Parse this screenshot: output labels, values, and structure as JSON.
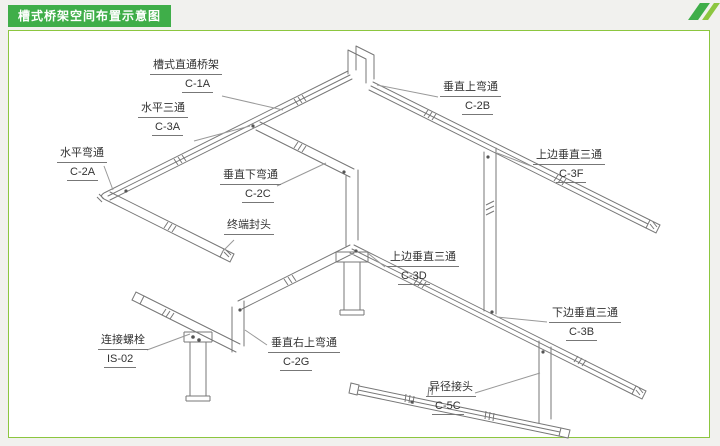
{
  "page": {
    "title": "槽式桥架空间布置示意图"
  },
  "colors": {
    "accent": "#3fae49",
    "border": "#8cc63f",
    "line": "#777777",
    "leader": "#999999"
  },
  "diagram": {
    "labels": [
      {
        "name": "槽式直通桥架",
        "code": "C-1A"
      },
      {
        "name": "水平三通",
        "code": "C-3A"
      },
      {
        "name": "水平弯通",
        "code": "C-2A"
      },
      {
        "name": "垂直下弯通",
        "code": "C-2C"
      },
      {
        "name": "终端封头",
        "code": ""
      },
      {
        "name": "垂直上弯通",
        "code": "C-2B"
      },
      {
        "name": "上边垂直三通",
        "code": "C-3F"
      },
      {
        "name": "上边垂直三通",
        "code": "C-3D"
      },
      {
        "name": "下边垂直三通",
        "code": "C-3B"
      },
      {
        "name": "连接螺栓",
        "code": "IS-02"
      },
      {
        "name": "垂直右上弯通",
        "code": "C-2G"
      },
      {
        "name": "异径接头",
        "code": "C-5C"
      }
    ]
  }
}
